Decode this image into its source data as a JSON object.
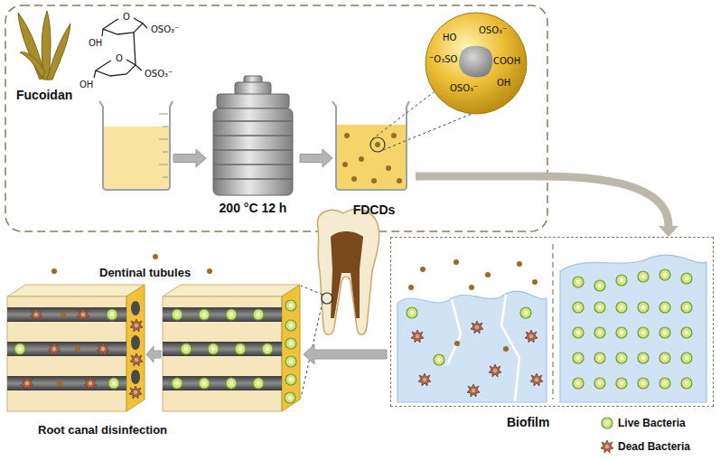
{
  "diagram": {
    "nodes": [
      {
        "text": [
          "Fucoidan"
        ]
      },
      {
        "text": [
          "200 °C 12 h"
        ]
      },
      {
        "text": [
          "FDCDs"
        ]
      },
      {
        "text": [
          "Biofilm"
        ]
      }
    ],
    "edges": [
      {
        "from": 0,
        "to": 1,
        "arrow": "to"
      },
      {
        "from": 1,
        "to": 2,
        "arrow": "to"
      },
      {
        "from": 2,
        "to": 3,
        "arrow": "to"
      }
    ],
    "labels": [
      "O",
      "OSO₃⁻",
      "OH",
      "O",
      "OSO₃⁻",
      "OH",
      "HO",
      "OSO₃⁻",
      "⁻O₃SO",
      "COOH",
      "OSO₃⁻",
      "OH",
      "Dentinal tubules",
      "Root canal disinfection"
    ],
    "legend": [
      {
        "text": "Live Bacteria"
      },
      {
        "text": "Dead Bacteria"
      }
    ]
  }
}
